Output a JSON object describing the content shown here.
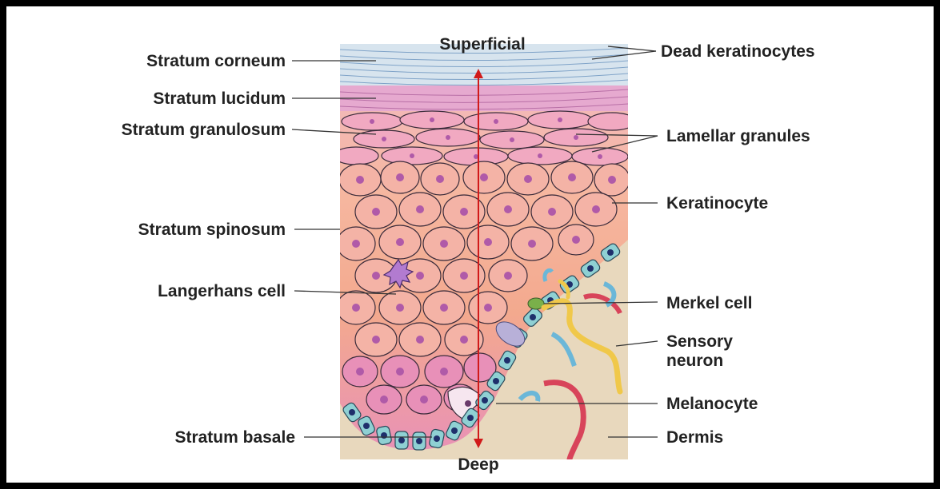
{
  "diagram": {
    "orientation": {
      "top": "Superficial",
      "bottom": "Deep"
    },
    "labels_left": {
      "stratum_corneum": "Stratum corneum",
      "stratum_lucidum": "Stratum lucidum",
      "stratum_granulosum": "Stratum granulosum",
      "stratum_spinosum": "Stratum spinosum",
      "langerhans_cell": "Langerhans cell",
      "stratum_basale": "Stratum basale"
    },
    "labels_right": {
      "dead_keratinocytes": "Dead keratinocytes",
      "lamellar_granules": "Lamellar granules",
      "keratinocyte": "Keratinocyte",
      "merkel_cell": "Merkel cell",
      "sensory_neuron_line1": "Sensory",
      "sensory_neuron_line2": "neuron",
      "melanocyte": "Melanocyte",
      "dermis": "Dermis"
    },
    "colors": {
      "corneum": "#d7e4ee",
      "lucidum": "#e6a9cf",
      "cell_fill": "#f4b3a6",
      "cell_outline": "#3a2b3a",
      "nucleus": "#b05aa8",
      "basal_cell": "#8fd0d3",
      "basal_nucleus": "#1f2f6b",
      "dermis": "#e8d8bd",
      "arrow": "#d11a1a",
      "neuron": "#f0c84a",
      "blood_vessel_red": "#d8445a",
      "blood_vessel_blue": "#6bb7d8"
    }
  }
}
